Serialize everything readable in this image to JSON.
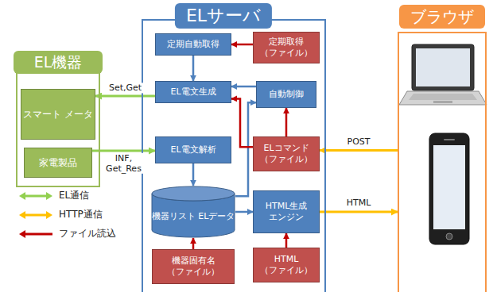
{
  "diagram": {
    "nodes": [
      {
        "text": [
          "EL機器"
        ]
      },
      {
        "text": [
          "スマート メータ"
        ],
        "in": 0
      },
      {
        "text": [
          "家電製品"
        ],
        "in": 0
      },
      {
        "text": [
          "ELサーバ"
        ]
      },
      {
        "text": [
          "定期自動取得"
        ],
        "in": 3
      },
      {
        "text": [
          "定期取得 （ファイル）"
        ],
        "in": 3
      },
      {
        "text": [
          "EL電文生成"
        ],
        "in": 3
      },
      {
        "text": [
          "自動制御"
        ],
        "in": 3
      },
      {
        "text": [
          "EL電文解析"
        ],
        "in": 3
      },
      {
        "text": [
          "ELコマンド （ファイル）"
        ],
        "in": 3
      },
      {
        "text": [
          "機器リスト ELデータ"
        ],
        "in": 3
      },
      {
        "text": [
          "HTML生成 エンジン"
        ],
        "in": 3
      },
      {
        "text": [
          "機器固有名 （ファイル）"
        ],
        "in": 3
      },
      {
        "text": [
          "HTML （ファイル）"
        ],
        "in": 3
      },
      {
        "text": [
          "ブラウザ"
        ]
      }
    ],
    "edges": [
      {
        "from": 5,
        "to": 4,
        "arrow": "to"
      },
      {
        "from": 4,
        "to": 6,
        "arrow": "to"
      },
      {
        "from": 6,
        "to": 1,
        "arrow": "to",
        "label": "Set,Get"
      },
      {
        "from": 2,
        "to": 8,
        "arrow": "to",
        "label": "INF, Get_Res"
      },
      {
        "from": 8,
        "to": 10,
        "arrow": "to"
      },
      {
        "from": 10,
        "to": 7,
        "arrow": "to"
      },
      {
        "from": 10,
        "to": 11,
        "arrow": "to"
      },
      {
        "from": 7,
        "to": 6,
        "arrow": "to"
      },
      {
        "from": 9,
        "to": 7,
        "arrow": "to"
      },
      {
        "from": 9,
        "to": 6,
        "arrow": "to"
      },
      {
        "from": 12,
        "to": 10,
        "arrow": "to"
      },
      {
        "from": 13,
        "to": 11,
        "arrow": "to"
      },
      {
        "from": 14,
        "to": 9,
        "arrow": "to",
        "label": "POST"
      },
      {
        "from": 11,
        "to": 14,
        "arrow": "to",
        "label": "HTML"
      }
    ],
    "legend": [
      {
        "text": "EL通信"
      },
      {
        "text": "HTTP通信"
      },
      {
        "text": "ファイル読込"
      }
    ]
  }
}
